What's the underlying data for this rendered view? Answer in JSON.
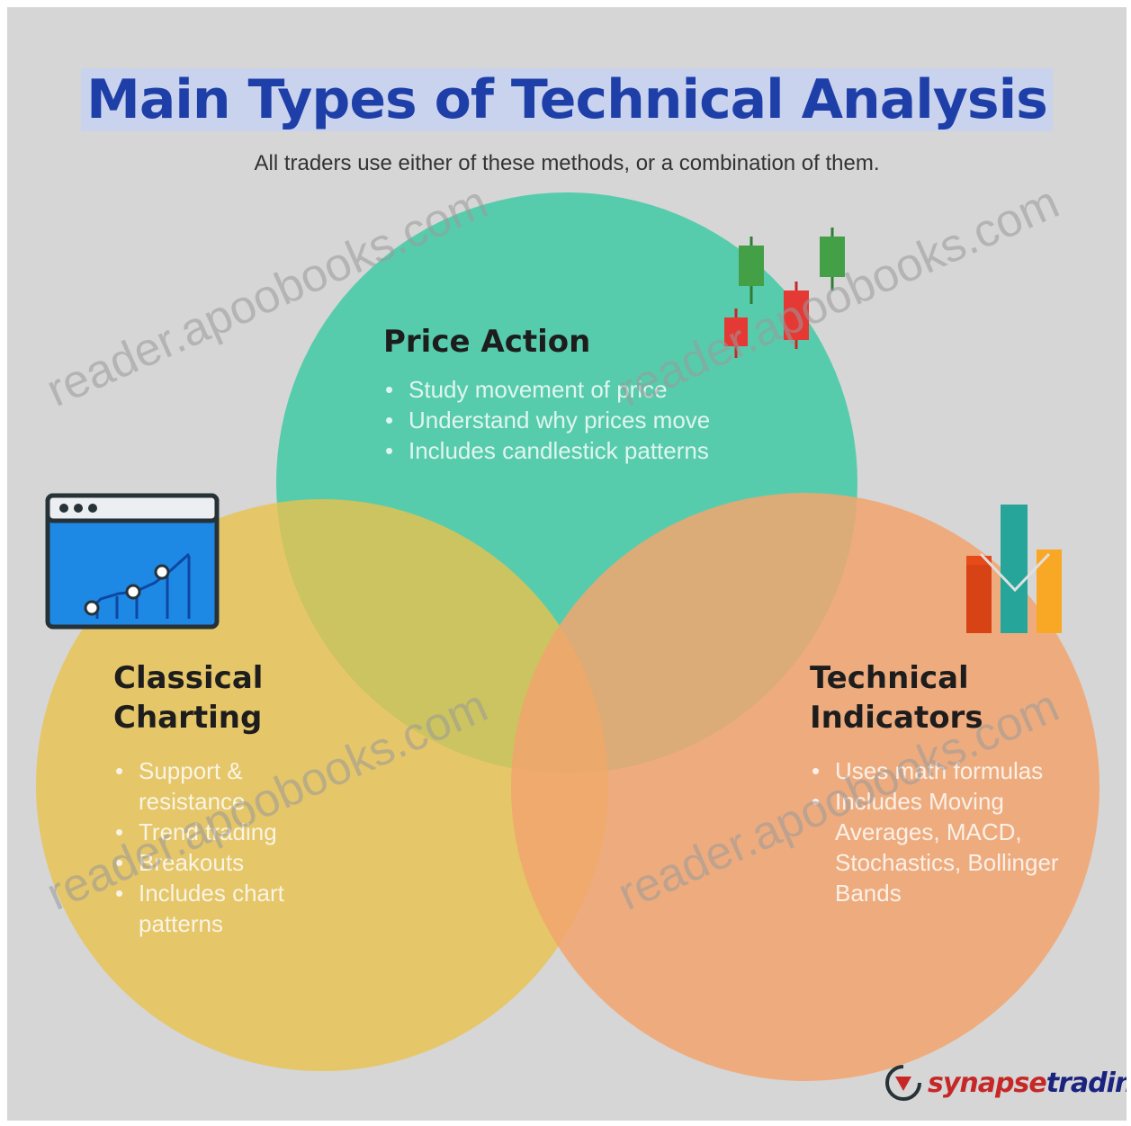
{
  "title": "Main Types of Technical Analysis",
  "subtitle": "All traders use either of these methods, or a combination of them.",
  "price_action": {
    "heading": "Price Action",
    "bullets": [
      "Study movement of price",
      "Understand why prices move",
      "Includes candlestick patterns"
    ],
    "color": "#4ecba9"
  },
  "classical_charting": {
    "heading_line1": "Classical",
    "heading_line2": "Charting",
    "bullets": [
      "Support & resistance",
      "Trend trading",
      "Breakouts",
      "Includes chart patterns"
    ],
    "color": "#e8c24e"
  },
  "technical_indicators": {
    "heading_line1": "Technical",
    "heading_line2": "Indicators",
    "bullets": [
      "Uses math formulas",
      "Includes Moving Averages, MACD, Stochastics, Bollinger Bands"
    ],
    "color": "#f2a56e"
  },
  "watermark": "reader.apoobooks.com",
  "logo": {
    "part1": "synapse",
    "part2": "trading"
  },
  "icons": {
    "candlesticks": "candlestick-chart-icon",
    "browser_chart": "browser-line-chart-icon",
    "bars": "bar-chart-icon"
  }
}
